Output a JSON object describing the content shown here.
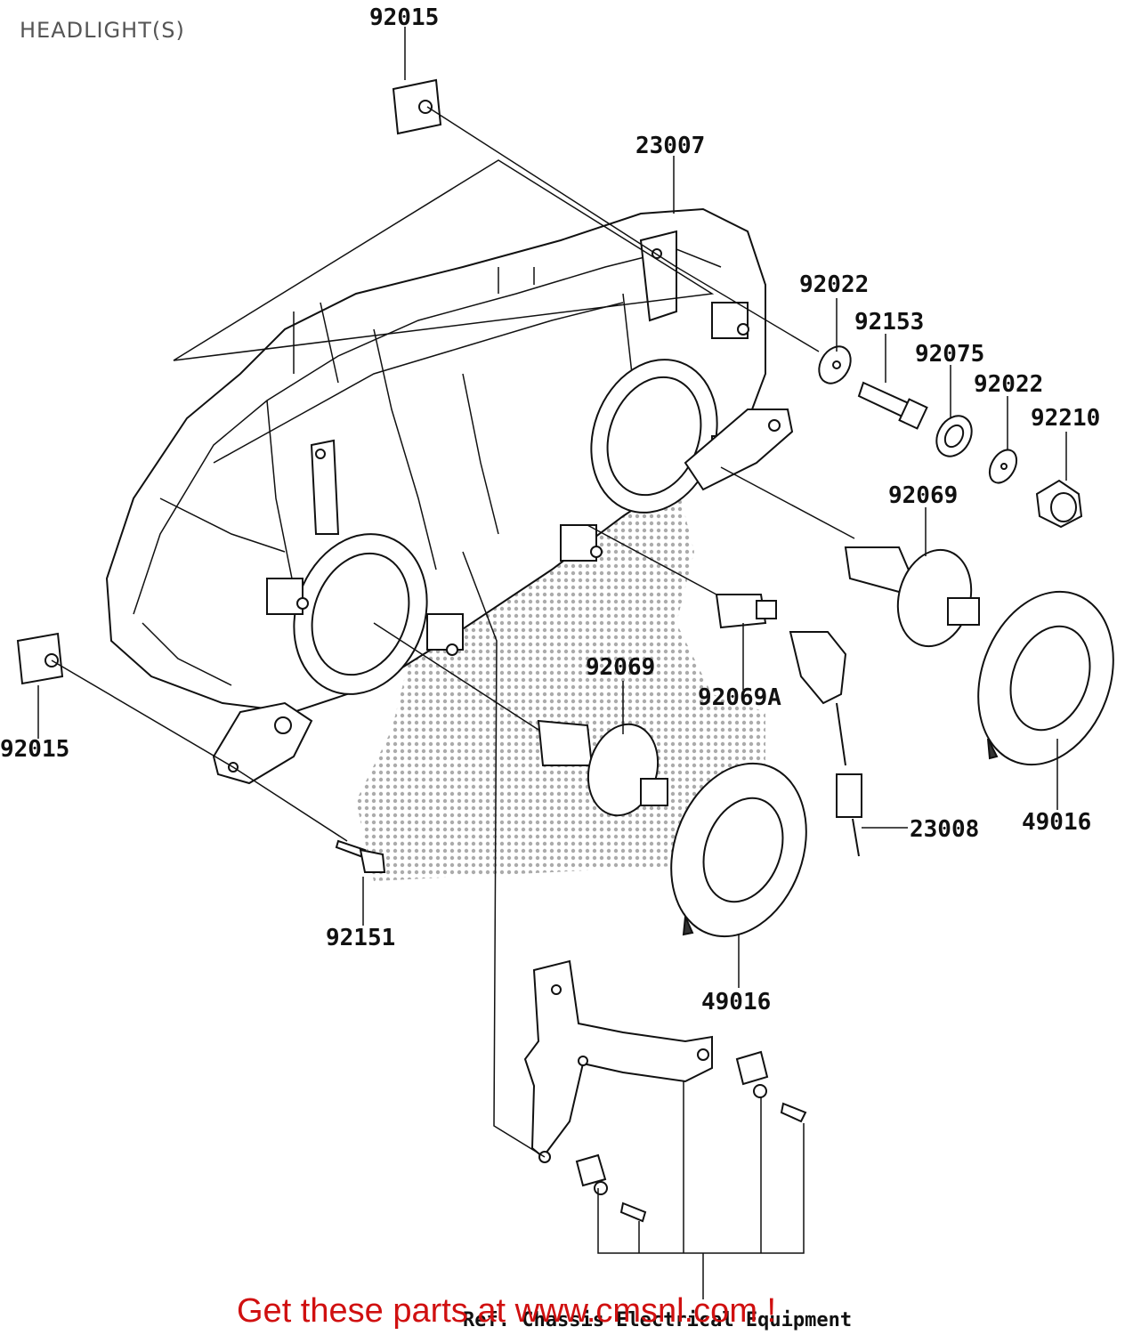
{
  "diagram": {
    "title": "HEADLIGHT(S)",
    "watermark_colors": {
      "dots": "#777777"
    },
    "callouts": [
      {
        "id": "c1",
        "part_no": "92015"
      },
      {
        "id": "c2",
        "part_no": "23007"
      },
      {
        "id": "c3",
        "part_no": "92022"
      },
      {
        "id": "c4",
        "part_no": "92153"
      },
      {
        "id": "c5",
        "part_no": "92075"
      },
      {
        "id": "c6",
        "part_no": "92022"
      },
      {
        "id": "c7",
        "part_no": "92210"
      },
      {
        "id": "c8",
        "part_no": "92069"
      },
      {
        "id": "c9",
        "part_no": "92015"
      },
      {
        "id": "c10",
        "part_no": "92069"
      },
      {
        "id": "c11",
        "part_no": "92069A"
      },
      {
        "id": "c12",
        "part_no": "23008"
      },
      {
        "id": "c13",
        "part_no": "49016"
      },
      {
        "id": "c14",
        "part_no": "92151"
      },
      {
        "id": "c15",
        "part_no": "49016"
      }
    ],
    "reference_note": "Ref. Chassis Electrical Equipment",
    "footer_banner": "Get these parts at www.cmsnl.com !",
    "colors": {
      "line": "#111111",
      "banner": "#d01010",
      "title": "#555555"
    }
  }
}
